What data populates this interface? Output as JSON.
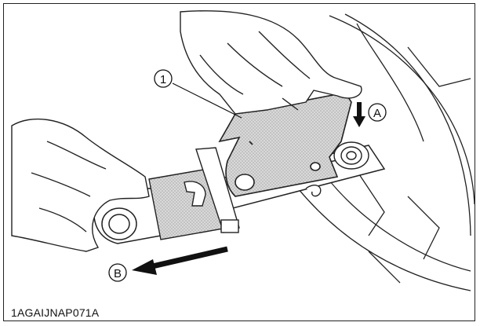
{
  "figure": {
    "caption": "1AGAIJNAP071A",
    "callouts": {
      "part_1": "1",
      "direction_a": "A",
      "direction_b": "B"
    }
  },
  "colors": {
    "line": "#1a1a1a",
    "shading": "#cfcfcf",
    "background": "#ffffff"
  }
}
